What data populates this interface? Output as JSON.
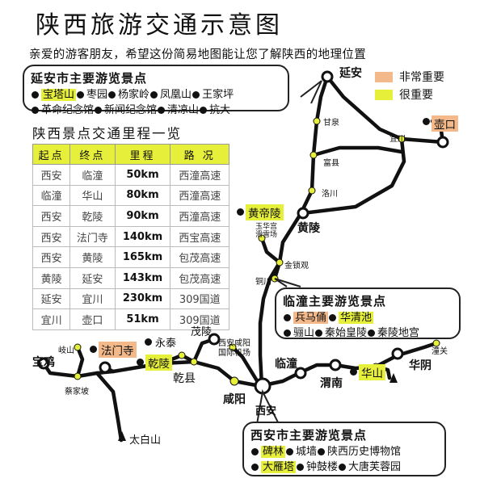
{
  "title": "陕西旅游交通示意图",
  "subtitle": "亲爱的游客朋友，希望这份简易地图能让您了解陕西的地理位置",
  "legend": {
    "orange_label": "非常重要",
    "yellow_label": "很重要",
    "orange_color": "#f3b98a",
    "yellow_color": "#e6ef3a"
  },
  "yanan_box": {
    "title": "延安市主要游览景点",
    "line1": [
      {
        "name": "宝塔山",
        "hl": "yellow"
      },
      {
        "name": "枣园"
      },
      {
        "name": "杨家岭"
      },
      {
        "name": "凤凰山"
      },
      {
        "name": "王家坪"
      }
    ],
    "line2": [
      {
        "name": "革命纪念馆"
      },
      {
        "name": "新闻纪念馆"
      },
      {
        "name": "清凉山"
      },
      {
        "name": "抗大"
      }
    ]
  },
  "lintong_box": {
    "title": "临潼主要游览景点",
    "line1": [
      {
        "name": "兵马俑",
        "hl": "orange"
      },
      {
        "name": "华清池",
        "hl": "yellow"
      }
    ],
    "line2": [
      {
        "name": "骊山"
      },
      {
        "name": "秦始皇陵"
      },
      {
        "name": "秦陵地宫"
      }
    ]
  },
  "xian_box": {
    "title": "西安市主要游览景点",
    "line1": [
      {
        "name": "碑林",
        "hl": "yellow"
      },
      {
        "name": "城墙"
      },
      {
        "name": "陕西历史博物馆"
      }
    ],
    "line2": [
      {
        "name": "大雁塔",
        "hl": "yellow"
      },
      {
        "name": "钟鼓楼"
      },
      {
        "name": "大唐芙蓉园"
      }
    ]
  },
  "table": {
    "title": "陕西景点交通里程一览",
    "headers": [
      "起点",
      "终点",
      "里程",
      "路 况"
    ],
    "rows": [
      [
        "西安",
        "临潼",
        "50km",
        "西潼高速"
      ],
      [
        "临潼",
        "华山",
        "80km",
        "西潼高速"
      ],
      [
        "西安",
        "乾陵",
        "90km",
        "西潼高速"
      ],
      [
        "西安",
        "法门寺",
        "140km",
        "西宝高速"
      ],
      [
        "西安",
        "黄陵",
        "165km",
        "包茂高速"
      ],
      [
        "黄陵",
        "延安",
        "143km",
        "包茂高速"
      ],
      [
        "延安",
        "宜川",
        "230km",
        "309国道"
      ],
      [
        "宜川",
        "壶口",
        "51km",
        "309国道"
      ]
    ]
  },
  "places": {
    "yanan": "延安",
    "hukou": "壶口",
    "ganquan": "甘泉",
    "yichuan": "宜川",
    "fuxian": "富县",
    "luochuan": "洛川",
    "huangdiling": "黄帝陵",
    "huangling": "黄陵",
    "yuhuagong": "玉华宫",
    "huaxuechang": "滑雪场",
    "jinsuoguan": "金锁观",
    "tongchuan": "铜川",
    "maoling": "茂陵",
    "yongtai": "永泰",
    "airport": "西安咸阳",
    "airport2": "国际机场",
    "qishan": "岐山",
    "famensi": "法门寺",
    "qianling": "乾陵",
    "qianxian": "乾县",
    "baoji": "宝鸡",
    "caijiapo": "蔡家坡",
    "taibaishan": "太白山",
    "xianyang": "咸阳",
    "xian": "西安",
    "lintong": "临潼",
    "weinan": "渭南",
    "huashan": "华山",
    "huayin": "华阴",
    "tongguan": "潼关"
  }
}
